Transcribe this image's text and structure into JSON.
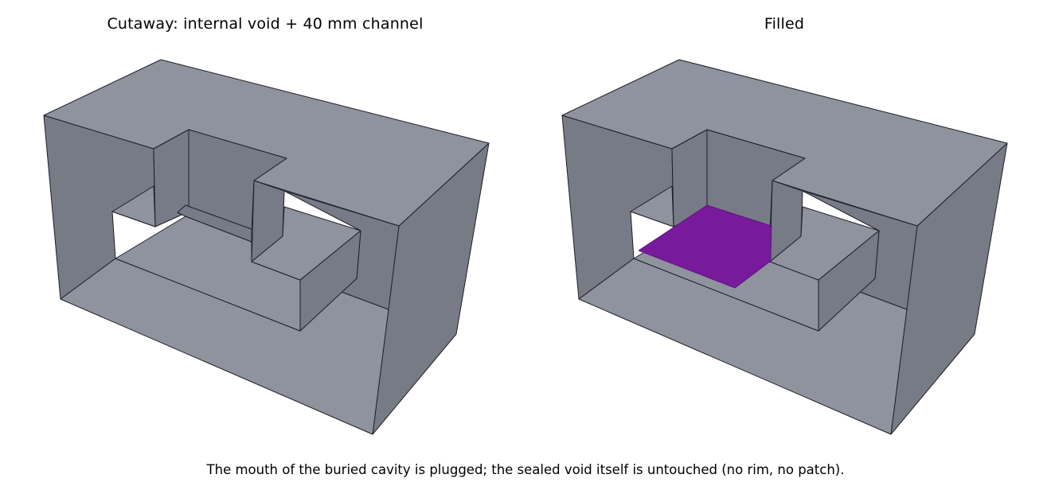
{
  "figure": {
    "panels": [
      {
        "title": "Cutaway: internal void + 40 mm channel"
      },
      {
        "title": "Filled"
      }
    ],
    "caption": "The mouth of the buried cavity is plugged; the sealed void itself is untouched (no rim, no patch)."
  },
  "colors": {
    "face_light": "#8f939e",
    "face_dark": "#777b86",
    "edge": "#1e1e28",
    "fill_patch": "#771a9c",
    "background": "#ffffff"
  }
}
